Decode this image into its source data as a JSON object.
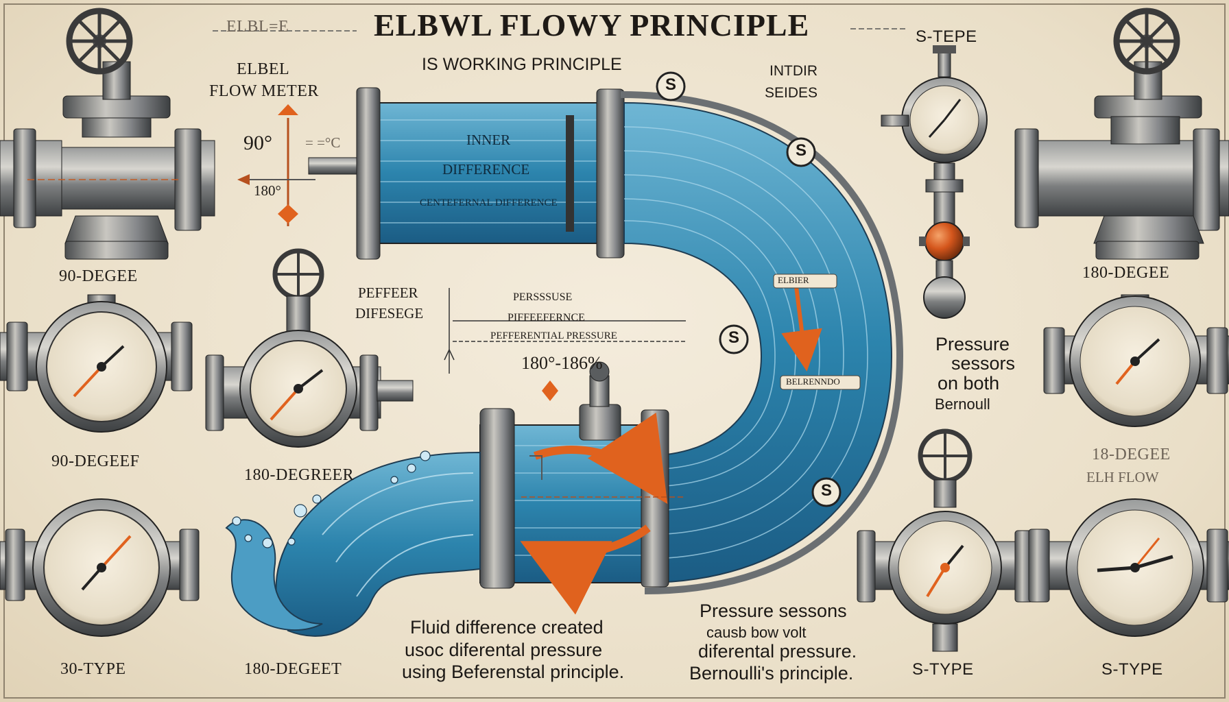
{
  "title": "ELBWL FLOWY PRINCIPLE",
  "title_prefix": "ELBL=E",
  "subtitle": "IS WORKING PRINCIPLE",
  "meter_label_line1": "ELBEL",
  "meter_label_line2": "FLOW METER",
  "intake_label_line1": "INTDIR",
  "intake_label_line2": "SEIDES",
  "s_type_top": "S-TEPE",
  "angle_90": "90°",
  "angle_180": "180°",
  "angle_small": "= =°C",
  "inner_text_1": "INNER",
  "inner_text_2": "DIFFERENCE",
  "inner_text_3": "CENTEFERNAL DIFFERENCE",
  "pressure_left_1": "PEFFEER",
  "pressure_left_2": "DIFESEGE",
  "pressure_center_1": "PERSSSUSE",
  "pressure_center_2": "PIFFEEFERNCE",
  "pressure_center_3": "PEFFERENTIAL PRESSURE",
  "pressure_range": "180°-186%",
  "tag_1": "ELBIER",
  "tag_2": "BELRENNDO",
  "sensor_letter": "S",
  "labels": {
    "deg90_top": "90-DEGEE",
    "deg90_mid": "90-DEGEEF",
    "type30": "30-TYPE",
    "deg180_mid": "180-DEGREER",
    "deg180_bot": "180-DEGEET",
    "deg180_right": "180-DEGEE",
    "deg18_right_1": "18-DEGEE",
    "deg18_right_2": "ELH FLOW",
    "stype_bot_mid": "S-TYPE",
    "stype_bot_right": "S-TYPE"
  },
  "right_note_1": "Pressure",
  "right_note_2": "sessors",
  "right_note_3": "on both",
  "right_note_4": "Bernoull",
  "bottom_note_left_1": "Fluid difference created",
  "bottom_note_left_2": "usoc diferental pressure",
  "bottom_note_left_3": "using Beferenstal principle.",
  "bottom_note_right_1": "Pressure sessons",
  "bottom_note_right_2": "causb bow volt",
  "bottom_note_right_3": "diferental pressure.",
  "bottom_note_right_4": "Bernoulli's principle.",
  "colors": {
    "water": "#2f86b0",
    "accent": "#e0621e",
    "metal": "#6b6f72",
    "paper": "#efe6d4"
  }
}
